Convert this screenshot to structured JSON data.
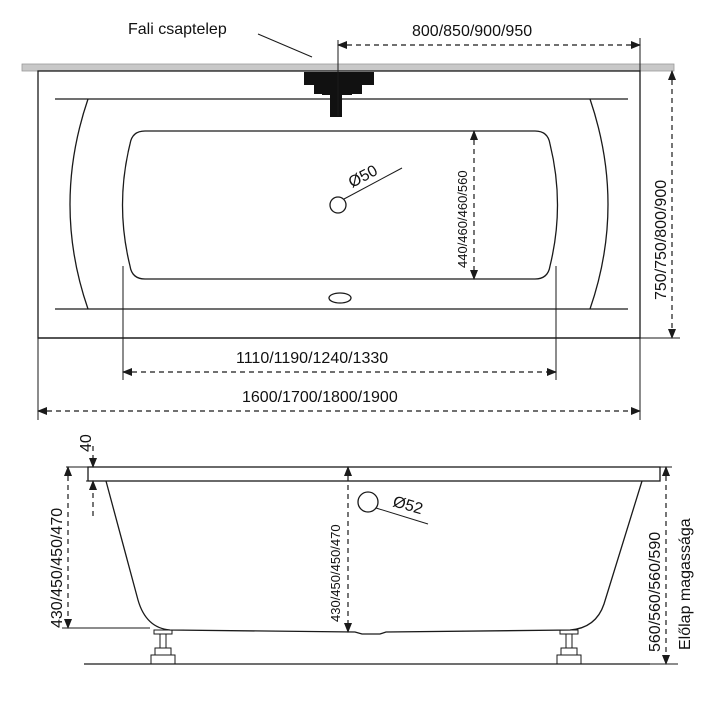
{
  "top_view": {
    "faucet_label": "Fali csaptelep",
    "wall_offset_label": "800/850/900/950",
    "width_label": "750/750/800/900",
    "inner_height_label": "440/460/460/560",
    "drain_label": "Ø50",
    "inner_length_label": "1110/1190/1240/1330",
    "length_label": "1600/1700/1800/1900"
  },
  "side_view": {
    "rim_label": "40",
    "height_left_label": "430/450/450/470",
    "height_center_label": "430/450/450/470",
    "overflow_label": "Ø52",
    "panel_height_label": "560/560/560/590",
    "panel_caption": "Előlap magassága"
  },
  "colors": {
    "line": "#1a1a1a",
    "wall": "#c8c8c8",
    "background": "#ffffff"
  }
}
